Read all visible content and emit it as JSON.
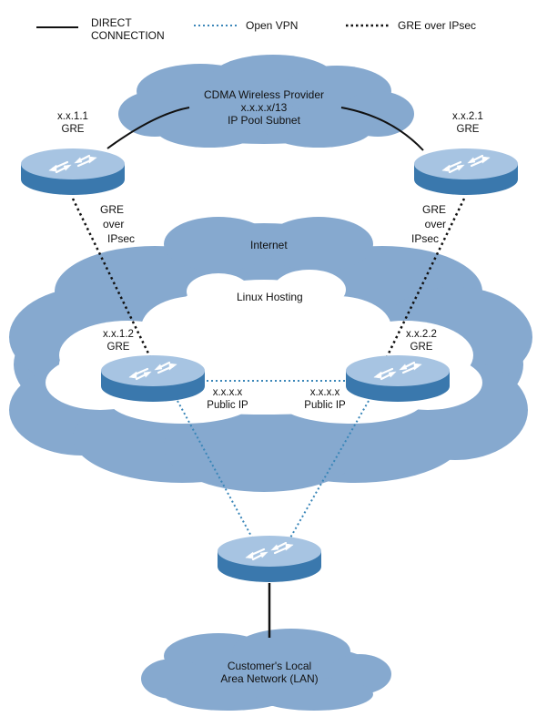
{
  "legend": {
    "direct": "DIRECT\nCONNECTION",
    "openvpn": "Open VPN",
    "gre_ipsec": "GRE over IPsec"
  },
  "clouds": {
    "cdma": {
      "line1": "CDMA Wireless Provider",
      "line2": "x.x.x.x/13",
      "line3": "IP Pool Subnet"
    },
    "internet": "Internet",
    "linux_hosting": "Linux Hosting",
    "lan": {
      "line1": "Customer's Local",
      "line2": "Area Network (LAN)"
    }
  },
  "routers": {
    "top_left": {
      "ip": "x.x.1.1",
      "proto": "GRE"
    },
    "top_right": {
      "ip": "x.x.2.1",
      "proto": "GRE"
    },
    "mid_left": {
      "ip": "x.x.1.2",
      "proto": "GRE",
      "public_ip": "x.x.x.x",
      "public_label": "Public IP"
    },
    "mid_right": {
      "ip": "x.x.2.2",
      "proto": "GRE",
      "public_ip": "x.x.x.x",
      "public_label": "Public IP"
    }
  },
  "link_labels": {
    "left": {
      "l1": "GRE",
      "l2": "over",
      "l3": "IPsec"
    },
    "right": {
      "l1": "GRE",
      "l2": "over",
      "l3": "IPsec"
    }
  },
  "colors": {
    "cloud": "#86a9cf",
    "cloud_inner": "#ffffff",
    "router_top": "#a7c4e2",
    "router_side": "#3a78ad",
    "vpn": "#3a86b8",
    "direct": "#111111",
    "gre_ipsec": "#111111"
  }
}
